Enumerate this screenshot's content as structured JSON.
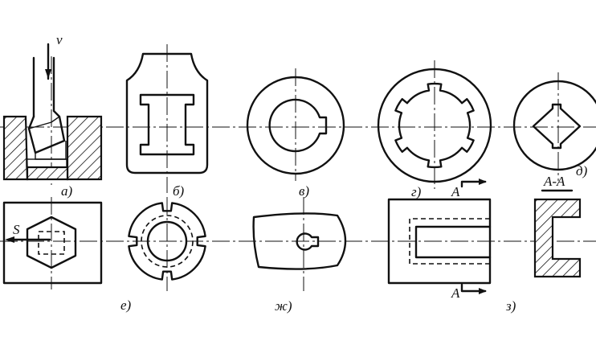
{
  "labels": {
    "a": "а)",
    "b": "б)",
    "v": "в)",
    "g": "г)",
    "d": "д)",
    "e": "е)",
    "zh": "ж)",
    "z": "з)"
  },
  "annotations": {
    "velocity": "v",
    "feed": "S",
    "section_mark_top": "A",
    "section_mark_bottom": "A",
    "section_title": "A-A"
  }
}
